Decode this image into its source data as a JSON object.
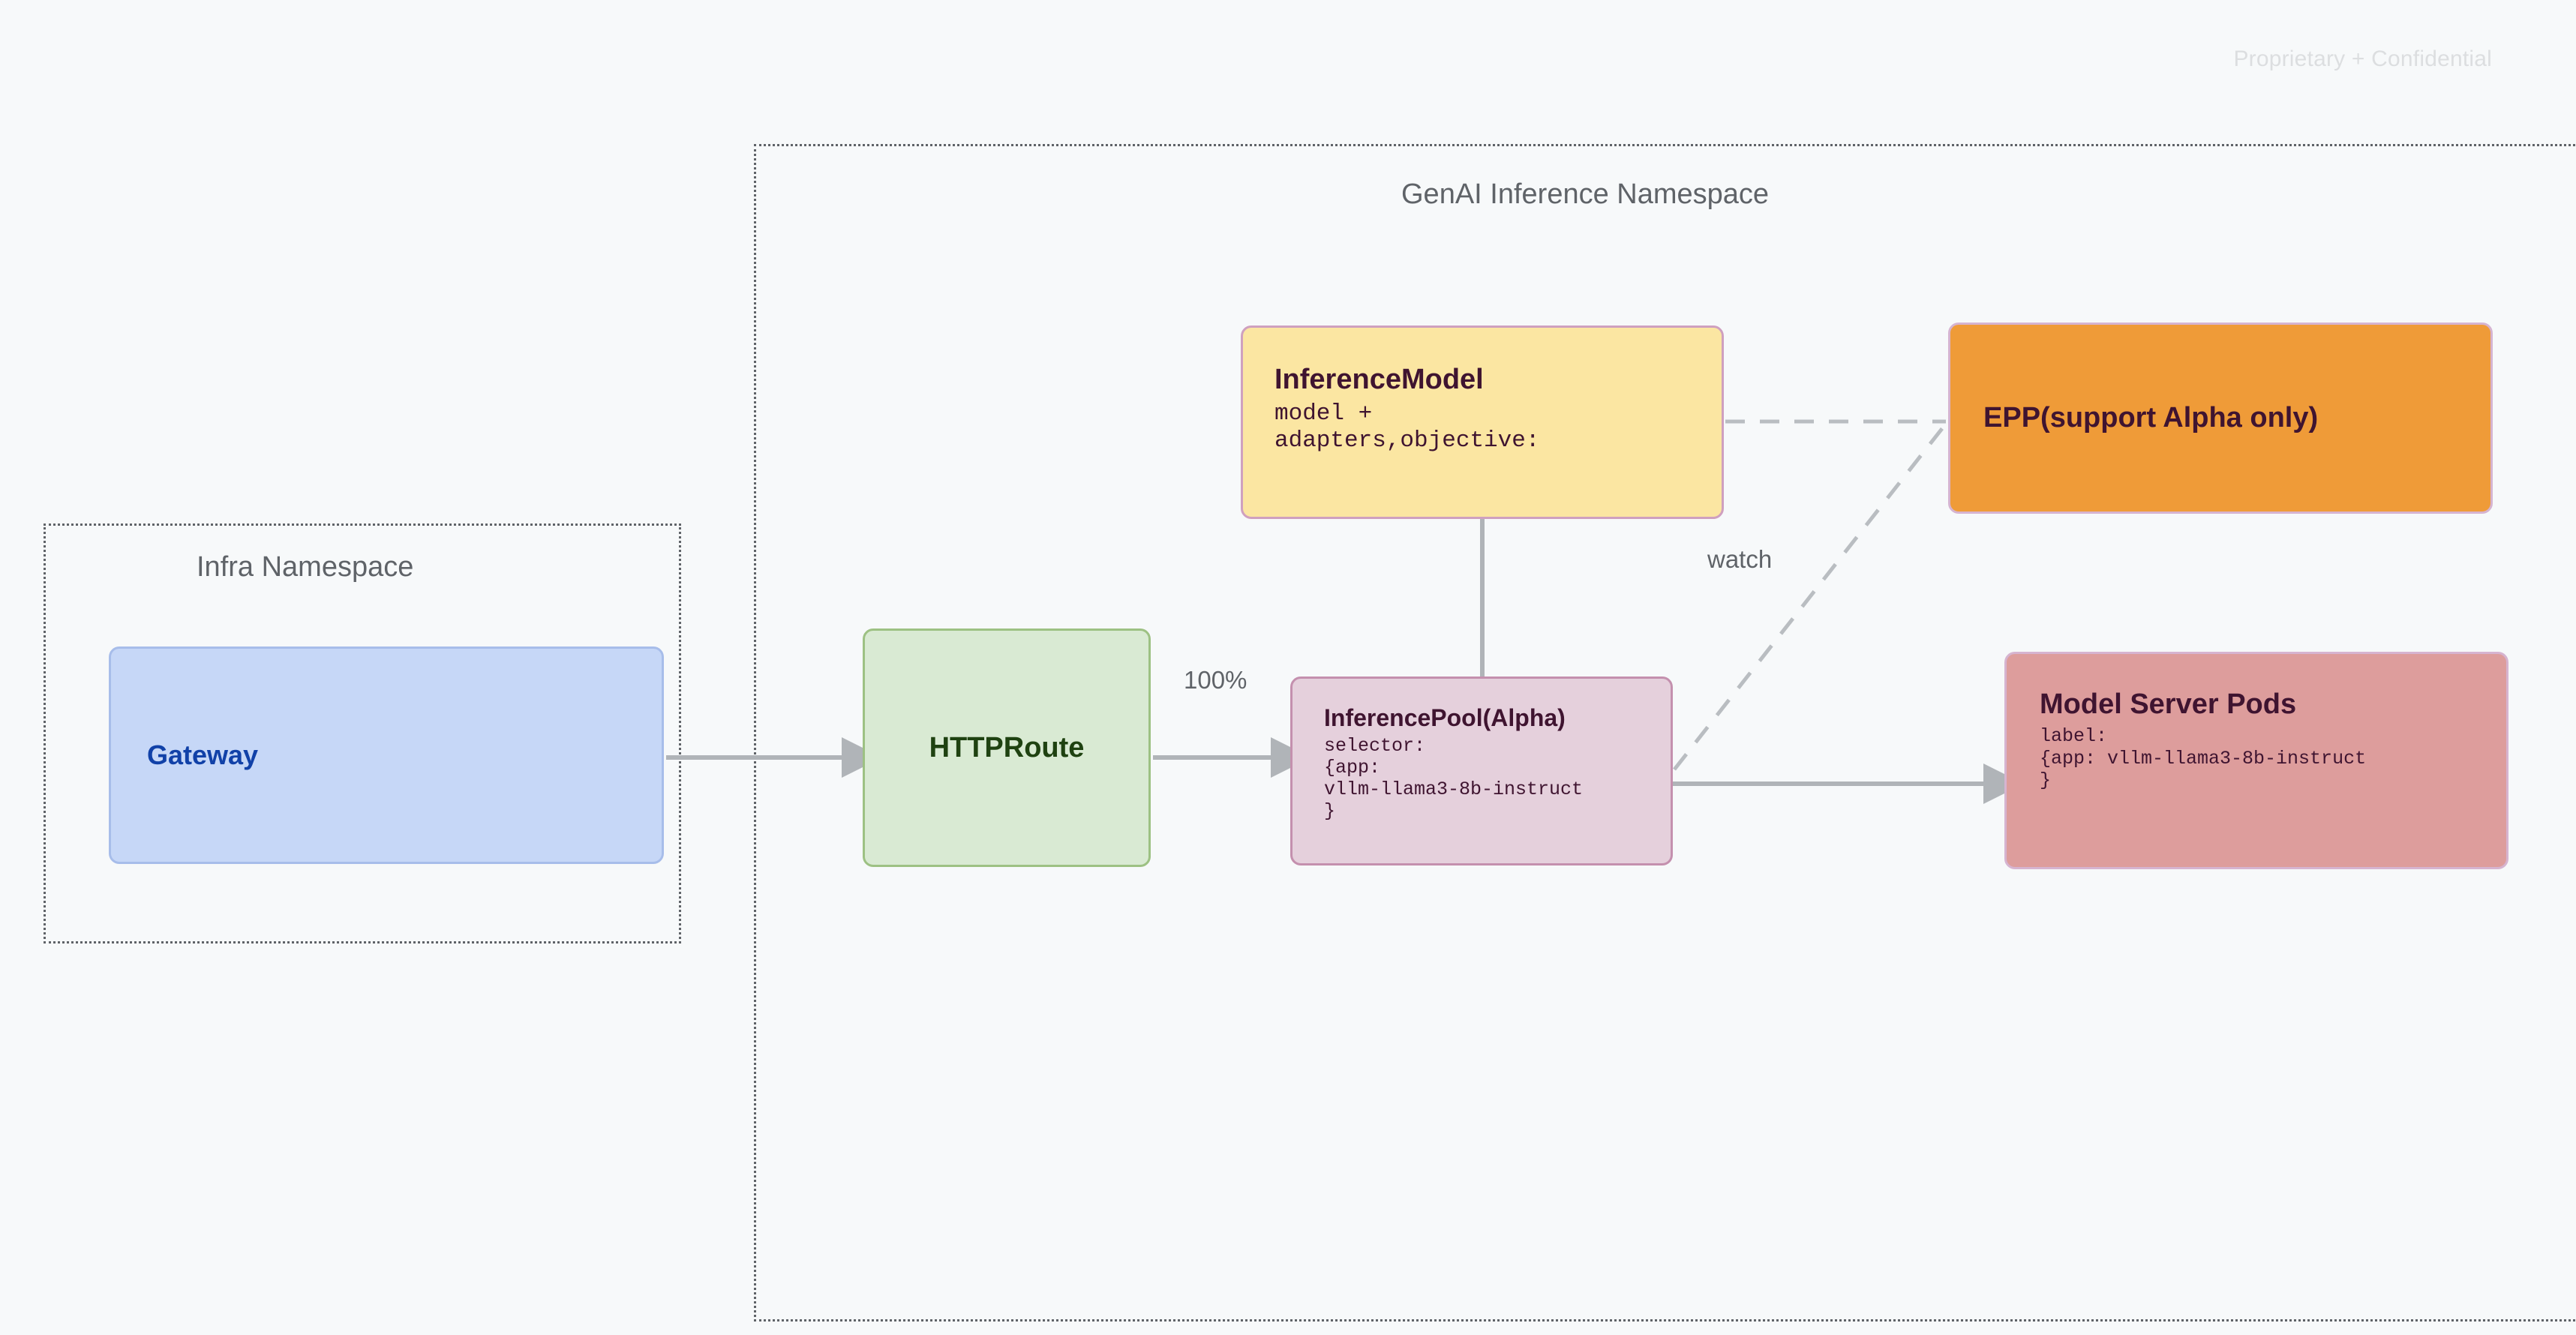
{
  "page": {
    "watermark": "Proprietary + Confidential",
    "background_color": "#f7f9fa"
  },
  "namespaces": [
    {
      "id": "infra",
      "title": "Infra Namespace",
      "border_style": "dotted",
      "border_color": "#5f6368"
    },
    {
      "id": "genai",
      "title": "GenAI Inference Namespace",
      "border_style": "dotted",
      "border_color": "#5f6368"
    }
  ],
  "nodes": {
    "gateway": {
      "title": "Gateway",
      "fill": "#c6d7f7",
      "border": "#a7bdea",
      "text_color": "#1141a8"
    },
    "httproute": {
      "title": "HTTPRoute",
      "fill": "#d9ead3",
      "border": "#9dc183",
      "text_color": "#1f4211"
    },
    "inference_model": {
      "title": "InferenceModel",
      "body_line1": "model +",
      "body_line2": "adapters,objective:",
      "fill": "#fbe6a2",
      "border": "#cfa0bf",
      "text_color": "#3f1430"
    },
    "inference_pool": {
      "title": "InferencePool(Alpha)",
      "body_line1": "selector:",
      "body_line2": "{app:",
      "body_line3": "vllm-llama3-8b-instruct",
      "body_line4": "}",
      "fill": "#e5d0dc",
      "border": "#c490ae",
      "text_color": "#3f1430"
    },
    "epp": {
      "title": "EPP(support Alpha only)",
      "fill": "#ef9b38",
      "border": "#d6b4d0",
      "text_color": "#3f1430"
    },
    "model_server_pods": {
      "title": "Model Server Pods",
      "body_line1": "label:",
      "body_line2": "{app: vllm-llama3-8b-instruct",
      "body_line3": "}",
      "fill": "#dd9d9c",
      "border": "#d6b4d0",
      "text_color": "#3f1430"
    }
  },
  "edges": [
    {
      "id": "gateway-to-httproute",
      "from": "gateway",
      "to": "httproute",
      "style": "solid-arrow",
      "label": ""
    },
    {
      "id": "httproute-to-inferencepool",
      "from": "httproute",
      "to": "inference_pool",
      "style": "solid-arrow",
      "label": "100%"
    },
    {
      "id": "inferencemodel-to-inferencepool",
      "from": "inference_model",
      "to": "inference_pool",
      "style": "solid-line",
      "label": ""
    },
    {
      "id": "inferencepool-to-pods",
      "from": "inference_pool",
      "to": "model_server_pods",
      "style": "solid-arrow",
      "label": ""
    },
    {
      "id": "inferencemodel-to-epp",
      "from": "inference_model",
      "to": "epp",
      "style": "dashed",
      "label": ""
    },
    {
      "id": "inferencepool-to-epp",
      "from": "inference_pool",
      "to": "epp",
      "style": "dashed",
      "label": "watch"
    }
  ],
  "edge_labels": {
    "traffic_weight": "100%",
    "watch": "watch"
  },
  "colors": {
    "connector": "#b0b4b8",
    "namespace_border": "#5f6368",
    "watermark": "#dcdee0"
  }
}
